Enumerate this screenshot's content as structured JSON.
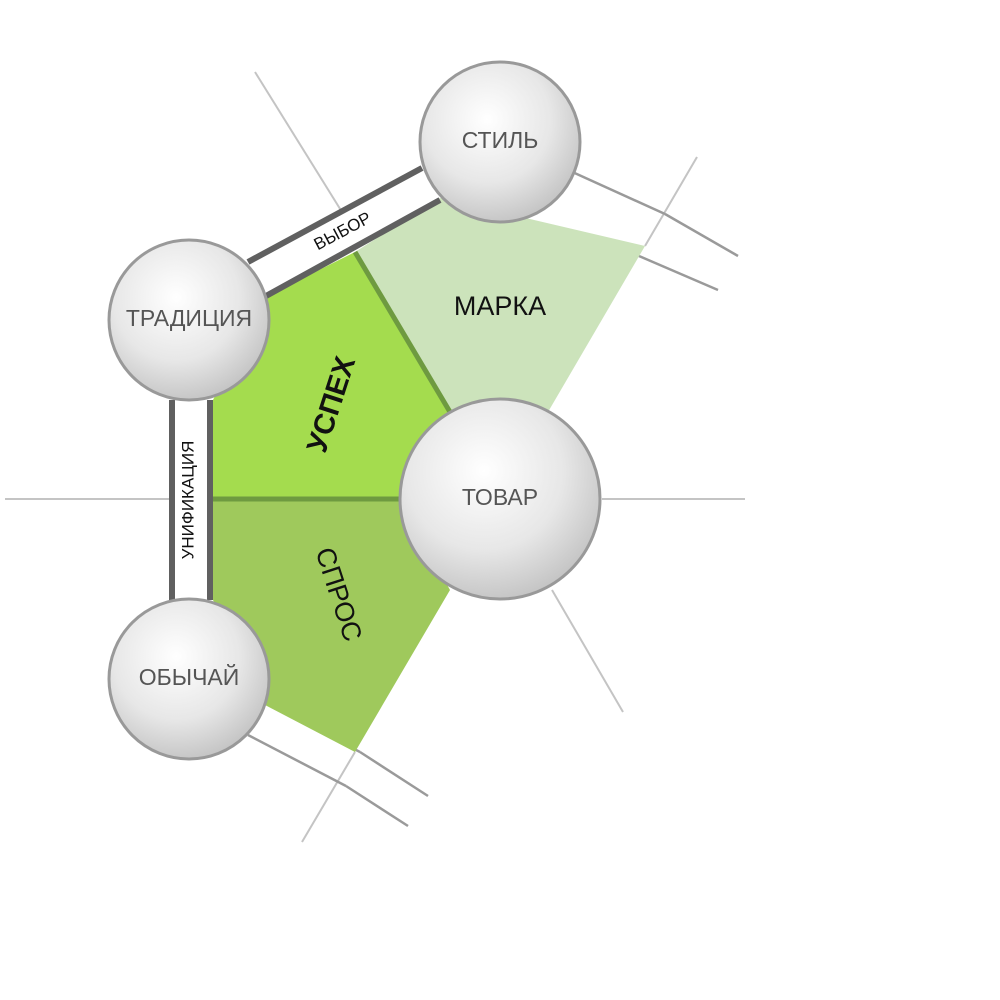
{
  "nodes": {
    "style": "СТИЛЬ",
    "tradition": "ТРАДИЦИЯ",
    "product": "ТОВАР",
    "custom": "ОБЫЧАЙ"
  },
  "regions": {
    "brand": "МАРКА",
    "success": "УСПЕХ",
    "demand": "СПРОС"
  },
  "connectors": {
    "choice": "ВЫБОР",
    "unification": "УНИФИКАЦИЯ"
  },
  "colors": {
    "brand_fill": "#cce3bb",
    "success_fill": "#a4dc4e",
    "demand_fill": "#9fc95c",
    "divider": "#6e9a40",
    "band_border": "#606060",
    "guide_line": "#c4c4c4",
    "node_border": "#999999"
  }
}
